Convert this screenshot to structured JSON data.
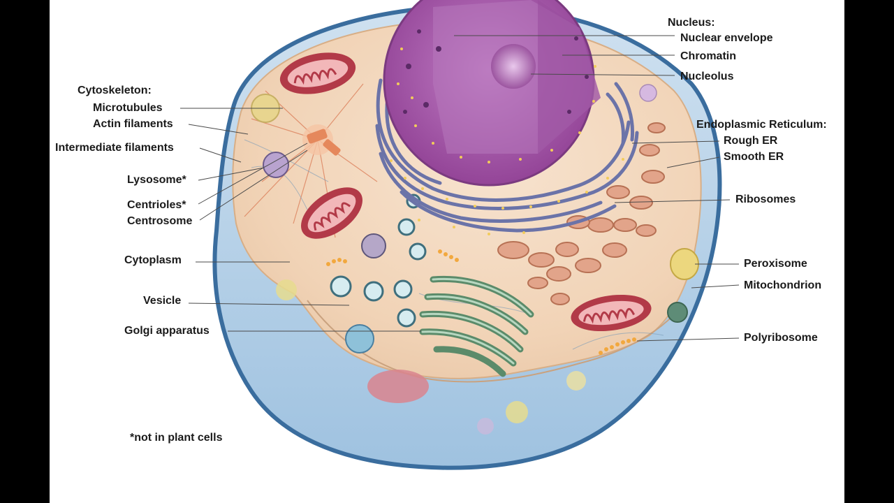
{
  "left_labels": {
    "cytoskeleton_header": "Cytoskeleton:",
    "microtubules": "Microtubules",
    "actin_filaments": "Actin filaments",
    "intermediate_filaments": "Intermediate filaments",
    "lysosome": "Lysosome*",
    "centrioles": "Centrioles*",
    "centrosome": "Centrosome",
    "cytoplasm": "Cytoplasm",
    "vesicle": "Vesicle",
    "golgi_apparatus": "Golgi apparatus"
  },
  "right_labels": {
    "nucleus_header": "Nucleus:",
    "nuclear_envelope": "Nuclear envelope",
    "chromatin": "Chromatin",
    "nucleolus": "Nucleolus",
    "er_header": "Endoplasmic Reticulum:",
    "rough_er": "Rough ER",
    "smooth_er": "Smooth ER",
    "ribosomes": "Ribosomes",
    "peroxisome": "Peroxisome",
    "mitochondrion": "Mitochondrion",
    "polyribosome": "Polyribosome"
  },
  "footnote": "*not in plant cells",
  "colors": {
    "frame": "#000000",
    "background": "#ffffff",
    "cell_membrane": "#3a6d9e",
    "cytoplasm": "#f3d9bf",
    "extracellular_blue": "#b9d4ea",
    "nucleus": "#a45aa8",
    "mitochondria": "#b23a48",
    "golgi": "#5b8b6a",
    "smooth_er": "#c98a6a",
    "label_text": "#1a1a1a"
  }
}
